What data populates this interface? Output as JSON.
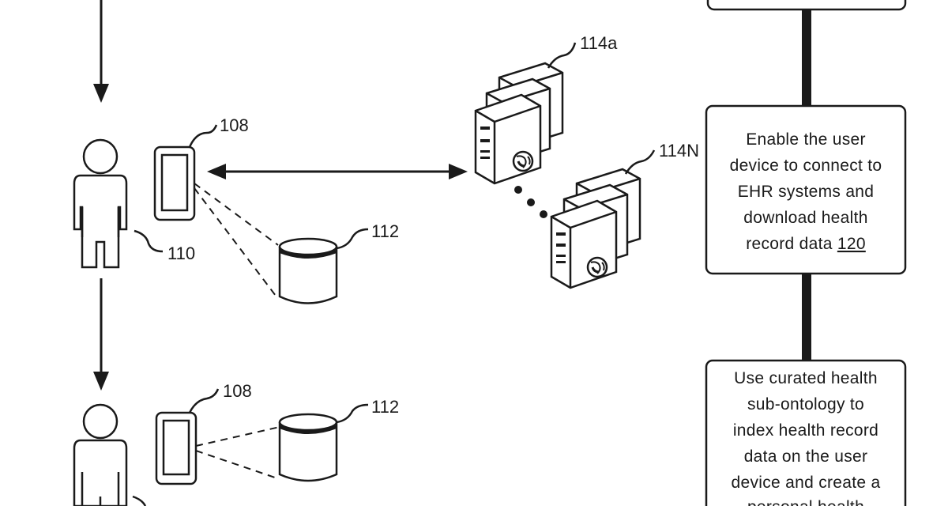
{
  "labels": {
    "device_top": "108",
    "database_top": "112",
    "user_top": "110",
    "server_a": "114a",
    "server_n": "114N",
    "device_bottom": "108",
    "database_bottom": "112"
  },
  "boxes": {
    "enable": {
      "lines": [
        "Enable the user",
        "device to connect to",
        "EHR systems and",
        "download health"
      ],
      "last_line_text": "record data ",
      "last_line_ref": "120"
    },
    "curated": {
      "lines": [
        "Use curated health",
        "sub-ontology to",
        "index health record",
        "data on the user",
        "device and create a",
        "personal health"
      ]
    }
  },
  "colors": {
    "ink": "#1a1a1a",
    "background": "#ffffff"
  }
}
